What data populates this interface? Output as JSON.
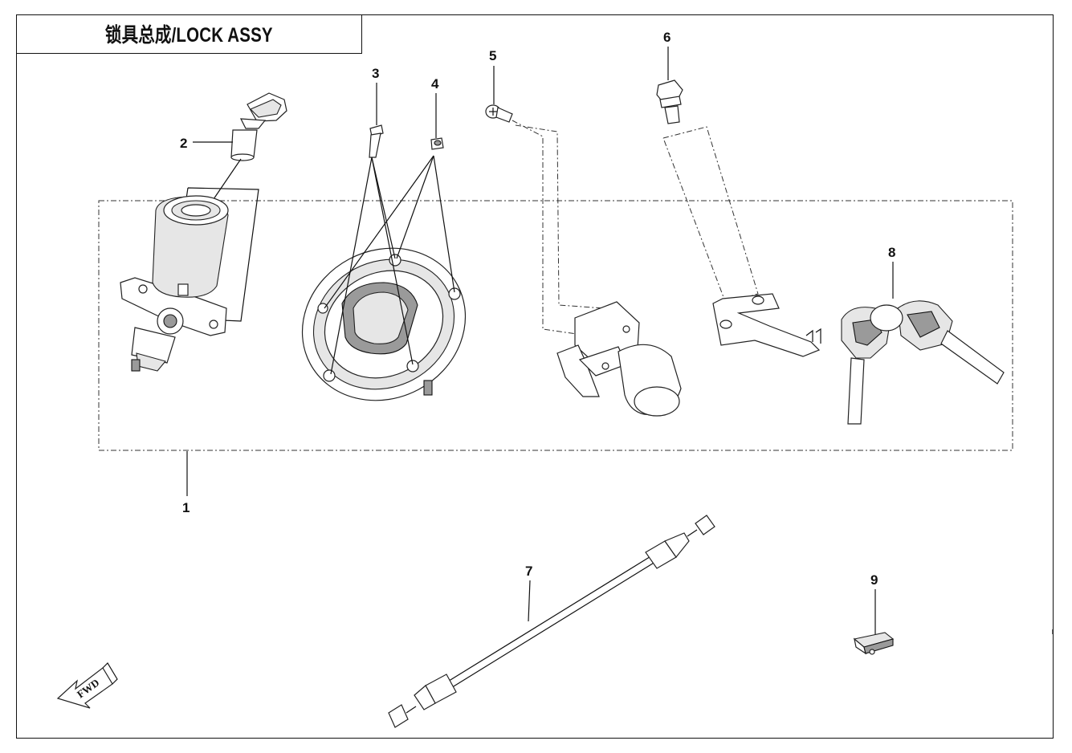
{
  "title": "锁具总成/LOCK ASSY",
  "callouts": {
    "c1": "1",
    "c2": "2",
    "c3": "3",
    "c4": "4",
    "c5": "5",
    "c6": "6",
    "c7": "7",
    "c8": "8",
    "c9": "9"
  },
  "fwd_label": "FWD"
}
